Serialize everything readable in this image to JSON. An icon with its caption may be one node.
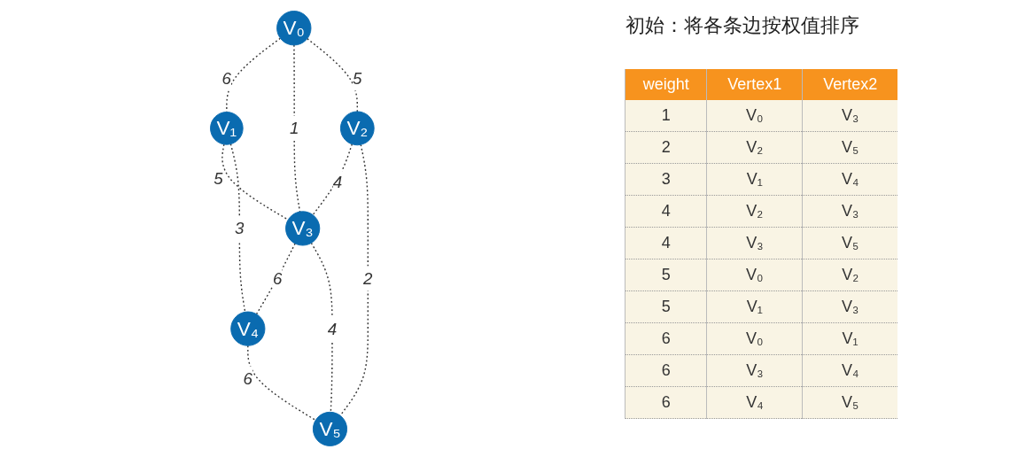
{
  "diagram": {
    "title": "初始：将各条边按权值排序",
    "nodes": [
      {
        "text": [
          "V₀"
        ]
      },
      {
        "text": [
          "V₁"
        ]
      },
      {
        "text": [
          "V₂"
        ]
      },
      {
        "text": [
          "V₃"
        ]
      },
      {
        "text": [
          "V₄"
        ]
      },
      {
        "text": [
          "V₅"
        ]
      }
    ],
    "edges": [
      {
        "from": 0,
        "to": 1,
        "arrow": "none",
        "label": "6",
        "style": "dashed"
      },
      {
        "from": 0,
        "to": 3,
        "arrow": "none",
        "label": "1",
        "style": "dashed"
      },
      {
        "from": 0,
        "to": 2,
        "arrow": "none",
        "label": "5",
        "style": "dashed"
      },
      {
        "from": 1,
        "to": 3,
        "arrow": "none",
        "label": "5",
        "style": "dashed"
      },
      {
        "from": 2,
        "to": 3,
        "arrow": "none",
        "label": "4",
        "style": "dashed"
      },
      {
        "from": 1,
        "to": 4,
        "arrow": "none",
        "label": "3",
        "style": "dashed"
      },
      {
        "from": 2,
        "to": 5,
        "arrow": "none",
        "label": "2",
        "style": "dashed"
      },
      {
        "from": 3,
        "to": 4,
        "arrow": "none",
        "label": "6",
        "style": "dashed"
      },
      {
        "from": 3,
        "to": 5,
        "arrow": "none",
        "label": "4",
        "style": "dashed"
      },
      {
        "from": 4,
        "to": 5,
        "arrow": "none",
        "label": "6",
        "style": "dashed"
      }
    ],
    "labels": [
      "weight",
      "Vertex1",
      "Vertex2",
      "1",
      "V₀",
      "V₃",
      "2",
      "V₂",
      "V₅",
      "3",
      "V₁",
      "V₄",
      "4",
      "V₂",
      "V₃",
      "4",
      "V₃",
      "V₅",
      "5",
      "V₀",
      "V₂",
      "5",
      "V₁",
      "V₃",
      "6",
      "V₀",
      "V₁",
      "6",
      "V₃",
      "V₄",
      "6",
      "V₄",
      "V₅"
    ]
  }
}
